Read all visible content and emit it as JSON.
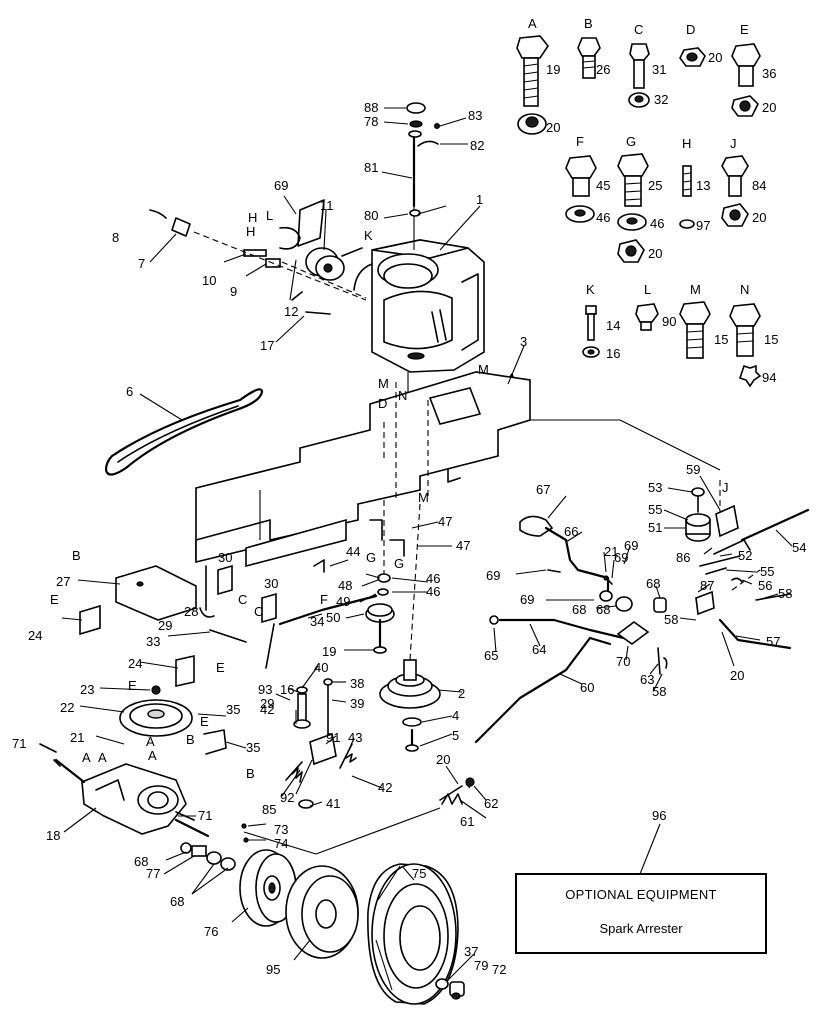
{
  "diagram": {
    "callouts": [
      "1",
      "2",
      "3",
      "4",
      "5",
      "6",
      "7",
      "8",
      "9",
      "10",
      "11",
      "12",
      "13",
      "14",
      "15",
      "15",
      "16",
      "16",
      "17",
      "18",
      "19",
      "19",
      "20",
      "20",
      "20",
      "20",
      "20",
      "20",
      "20",
      "21",
      "21",
      "22",
      "23",
      "24",
      "24",
      "25",
      "26",
      "27",
      "28",
      "29",
      "29",
      "30",
      "30",
      "31",
      "32",
      "33",
      "34",
      "35",
      "35",
      "36",
      "37",
      "38",
      "39",
      "40",
      "41",
      "42",
      "42",
      "43",
      "44",
      "45",
      "46",
      "46",
      "46",
      "46",
      "47",
      "47",
      "48",
      "49",
      "50",
      "51",
      "52",
      "53",
      "54",
      "55",
      "55",
      "56",
      "57",
      "58",
      "58",
      "58",
      "59",
      "60",
      "61",
      "62",
      "63",
      "64",
      "65",
      "66",
      "67",
      "68",
      "68",
      "68",
      "68",
      "68",
      "69",
      "69",
      "69",
      "69",
      "69",
      "70",
      "71",
      "71",
      "72",
      "73",
      "74",
      "75",
      "76",
      "77",
      "78",
      "79",
      "80",
      "81",
      "82",
      "83",
      "84",
      "85",
      "86",
      "87",
      "88",
      "90",
      "91",
      "92",
      "93",
      "94",
      "95",
      "96",
      "97"
    ],
    "hardware_letters": [
      "A",
      "B",
      "C",
      "D",
      "E",
      "F",
      "G",
      "H",
      "J",
      "K",
      "L",
      "M",
      "N"
    ],
    "assembly_letters": [
      "A",
      "A",
      "A",
      "A",
      "B",
      "B",
      "B",
      "C",
      "C",
      "D",
      "E",
      "E",
      "E",
      "E",
      "F",
      "G",
      "G",
      "H",
      "H",
      "J",
      "K",
      "L",
      "M",
      "M",
      "M",
      "N"
    ]
  },
  "optional_box": {
    "title": "OPTIONAL EQUIPMENT",
    "item": "Spark Arrester"
  }
}
